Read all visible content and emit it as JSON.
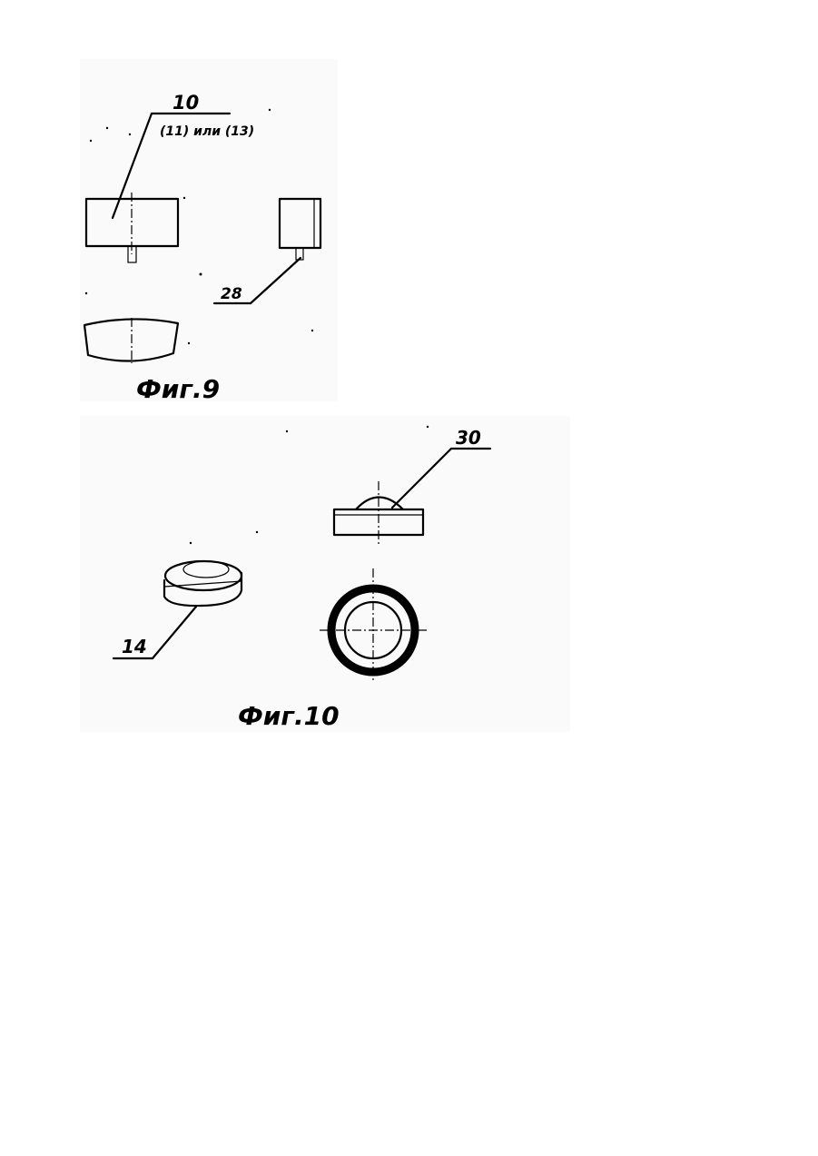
{
  "figures": [
    {
      "caption": "Фиг.9",
      "labels": {
        "ref_top_number": "10",
        "ref_top_sub": "(11) или (13)",
        "ref_side": "28"
      }
    },
    {
      "caption": "Фиг.10",
      "labels": {
        "ref_cap": "30",
        "ref_pill": "14"
      }
    }
  ]
}
